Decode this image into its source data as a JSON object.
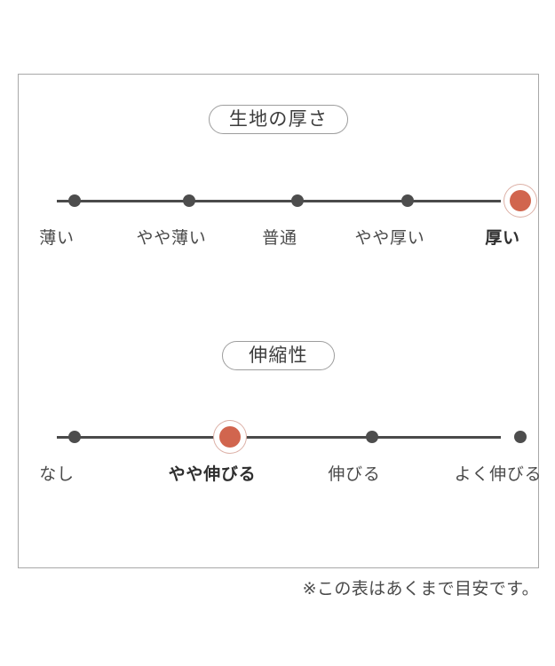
{
  "frame": {
    "border_color": "#a8a8a8",
    "background": "#ffffff"
  },
  "colors": {
    "active_dot": "#d1654e",
    "active_ring": "#dcb0a6",
    "inactive_dot": "#4d4d4d",
    "track": "#4a4a4a",
    "text": "#4a4a4a",
    "pill_border": "#9d9d9d"
  },
  "scales": [
    {
      "id": "thickness",
      "title": "生地の厚さ",
      "active_index": 4,
      "points": [
        {
          "label": "薄い",
          "active": false
        },
        {
          "label": "やや薄い",
          "active": false
        },
        {
          "label": "普通",
          "active": false
        },
        {
          "label": "やや厚い",
          "active": false
        },
        {
          "label": "厚い",
          "active": true
        }
      ]
    },
    {
      "id": "stretch",
      "title": "伸縮性",
      "active_index": 1,
      "points": [
        {
          "label": "なし",
          "active": false
        },
        {
          "label": "やや伸びる",
          "active": true
        },
        {
          "label": "伸びる",
          "active": false
        },
        {
          "label": "よく伸びる",
          "active": false
        }
      ]
    }
  ],
  "footnote": "※この表はあくまで目安です。"
}
